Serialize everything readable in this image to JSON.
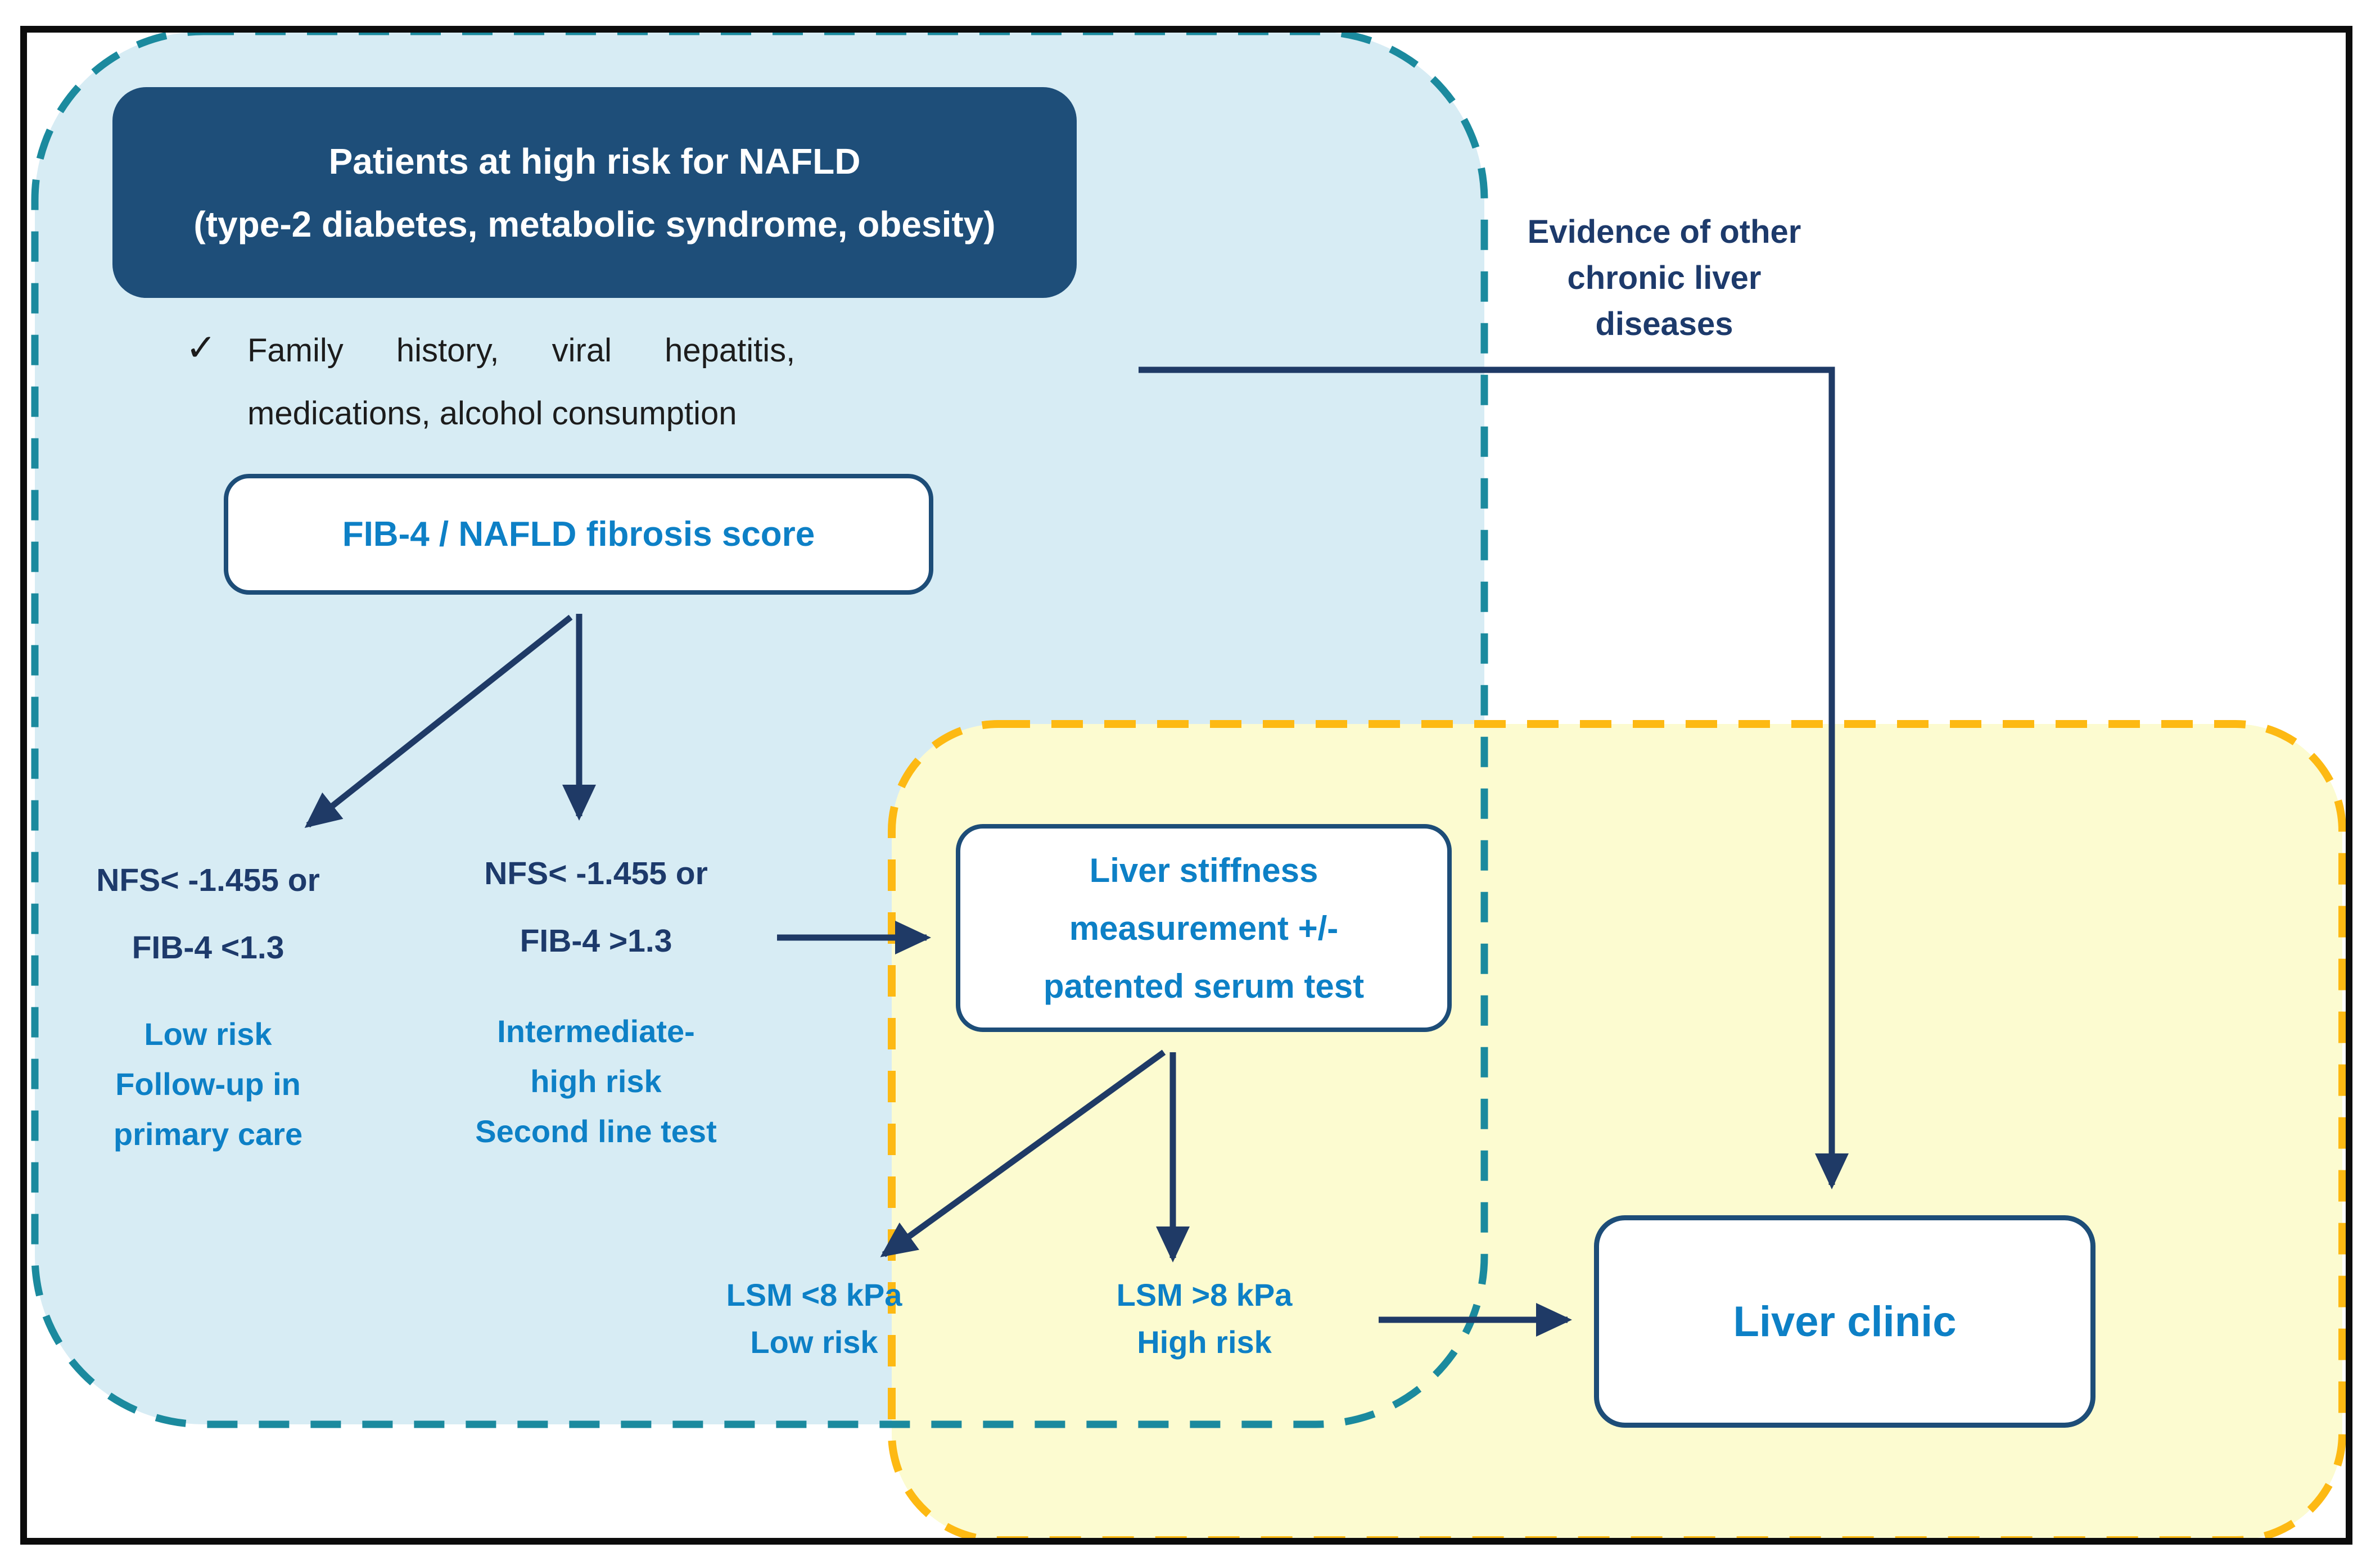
{
  "colors": {
    "frame": "#0c0c0c",
    "blue-fill": "#d7ecf4",
    "teal": "#1b8a9e",
    "yellow-fill": "#fcfbd0",
    "amber": "#fdb913",
    "navy-box": "#1e4e79",
    "box-border": "#1d4d78",
    "bright-blue": "#0d80c6",
    "navy-text": "#1d3a6b",
    "arrow": "#1f3a66"
  },
  "header": {
    "line1": "Patients at high risk for NAFLD",
    "line2": "(type-2 diabetes, metabolic syndrome, obesity)"
  },
  "checklist": {
    "check_glyph": "✓",
    "line1": "Family history, viral hepatitis,",
    "line2": "medications, alcohol consumption"
  },
  "fib4_box": {
    "label": "FIB-4 / NAFLD fibrosis score"
  },
  "nfs_low": {
    "line1": "NFS< -1.455 or",
    "line2": "FIB-4 <1.3"
  },
  "nfs_high": {
    "line1": "NFS< -1.455 or",
    "line2": "FIB-4 >1.3"
  },
  "low_risk": {
    "line1": "Low risk",
    "line2": "Follow-up in",
    "line3": "primary care"
  },
  "intermediate_risk": {
    "line1": "Intermediate-",
    "line2": "high risk",
    "line3": "Second line test"
  },
  "lsm_box": {
    "line1": "Liver stiffness",
    "line2": "measurement +/-",
    "line3": "patented serum test"
  },
  "lsm_low": {
    "line1": "LSM <8 kPa",
    "line2": "Low risk"
  },
  "lsm_high": {
    "line1": "LSM >8 kPa",
    "line2": "High risk"
  },
  "evidence_note": {
    "line1": "Evidence of other",
    "line2": "chronic liver",
    "line3": "diseases"
  },
  "liver_clinic_box": {
    "label": "Liver clinic"
  }
}
